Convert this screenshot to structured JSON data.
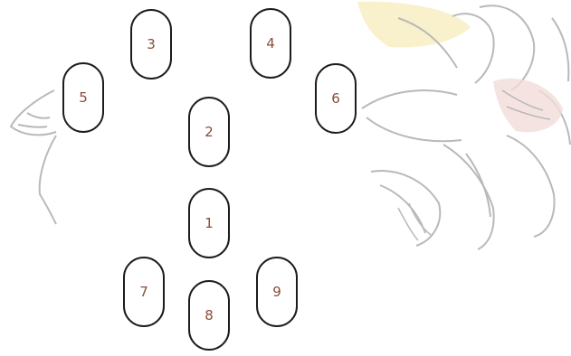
{
  "colors": {
    "outline": "#1c1c1c",
    "label": "#8a4b3a",
    "sketch": "#b9b9b9",
    "petal_tint": "#f1dcda",
    "yellow_tint": "#f7ebb6"
  },
  "slots": [
    {
      "id": "3",
      "label": "3"
    },
    {
      "id": "4",
      "label": "4"
    },
    {
      "id": "5",
      "label": "5"
    },
    {
      "id": "6",
      "label": "6"
    },
    {
      "id": "2",
      "label": "2"
    },
    {
      "id": "1",
      "label": "1"
    },
    {
      "id": "7",
      "label": "7"
    },
    {
      "id": "9",
      "label": "9"
    },
    {
      "id": "8",
      "label": "8"
    }
  ]
}
